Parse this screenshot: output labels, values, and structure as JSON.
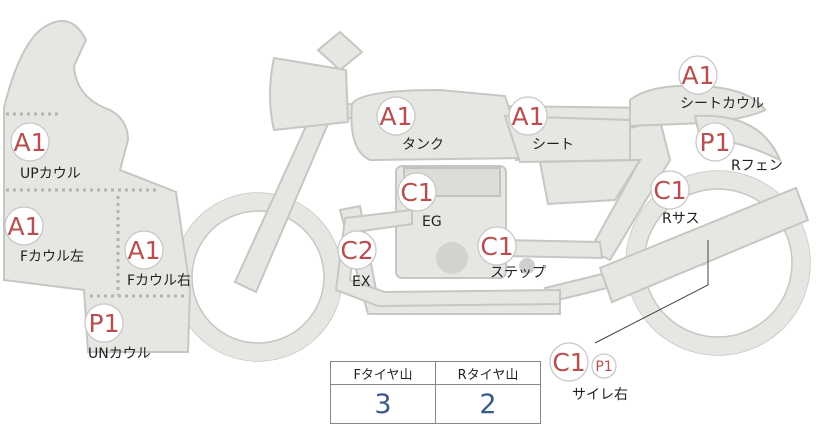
{
  "parts": [
    {
      "id": "up-cowl",
      "code": "A1",
      "label": "UPカウル"
    },
    {
      "id": "f-cowl-left",
      "code": "A1",
      "label": "Fカウル左"
    },
    {
      "id": "f-cowl-right",
      "code": "A1",
      "label": "Fカウル右"
    },
    {
      "id": "un-cowl",
      "code": "P1",
      "label": "UNカウル"
    },
    {
      "id": "tank",
      "code": "A1",
      "label": "タンク"
    },
    {
      "id": "seat",
      "code": "A1",
      "label": "シート"
    },
    {
      "id": "seat-cowl",
      "code": "A1",
      "label": "シートカウル"
    },
    {
      "id": "r-fender",
      "code": "P1",
      "label": "Rフェン"
    },
    {
      "id": "engine",
      "code": "C1",
      "label": "EG"
    },
    {
      "id": "exhaust",
      "code": "C2",
      "label": "EX"
    },
    {
      "id": "step",
      "code": "C1",
      "label": "ステップ"
    },
    {
      "id": "r-suspension",
      "code": "C1",
      "label": "Rサス"
    },
    {
      "id": "silencer-right",
      "code": "C1",
      "code2": "P1",
      "label": "サイレ右"
    }
  ],
  "tyre_table": {
    "front_header": "Fタイヤ山",
    "rear_header": "Rタイヤ山",
    "front_value": "3",
    "rear_value": "2"
  }
}
